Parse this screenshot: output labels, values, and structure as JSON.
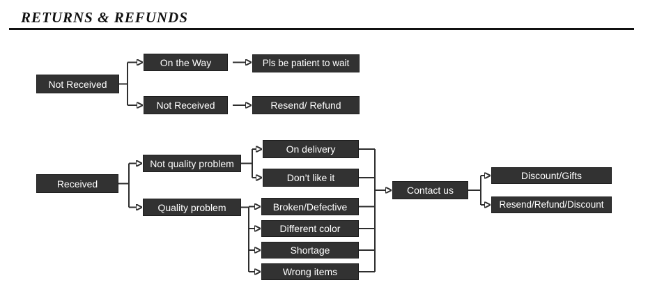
{
  "page": {
    "title": "RETURNS & REFUNDS"
  },
  "flowchart": {
    "colors": {
      "box_bg": "#323232",
      "box_border": "#1e1e1e",
      "box_text": "#ffffff",
      "line": "#2e2e2e",
      "title_text": "#111111"
    },
    "nodes": {
      "not_received": "Not Received",
      "on_the_way": "On the Way",
      "pls_wait": "Pls be patient to wait",
      "not_received_2": "Not Received",
      "resend_refund": "Resend/ Refund",
      "received": "Received",
      "not_quality_problem": "Not quality problem",
      "quality_problem": "Quality problem",
      "on_delivery": "On delivery",
      "dont_like_it": "Don’t like it",
      "broken_defective": "Broken/Defective",
      "different_color": "Different color",
      "shortage": "Shortage",
      "wrong_items": "Wrong items",
      "contact_us": "Contact us",
      "discount_gifts": "Discount/Gifts",
      "resend_refund_discount": "Resend/Refund/Discount"
    }
  }
}
